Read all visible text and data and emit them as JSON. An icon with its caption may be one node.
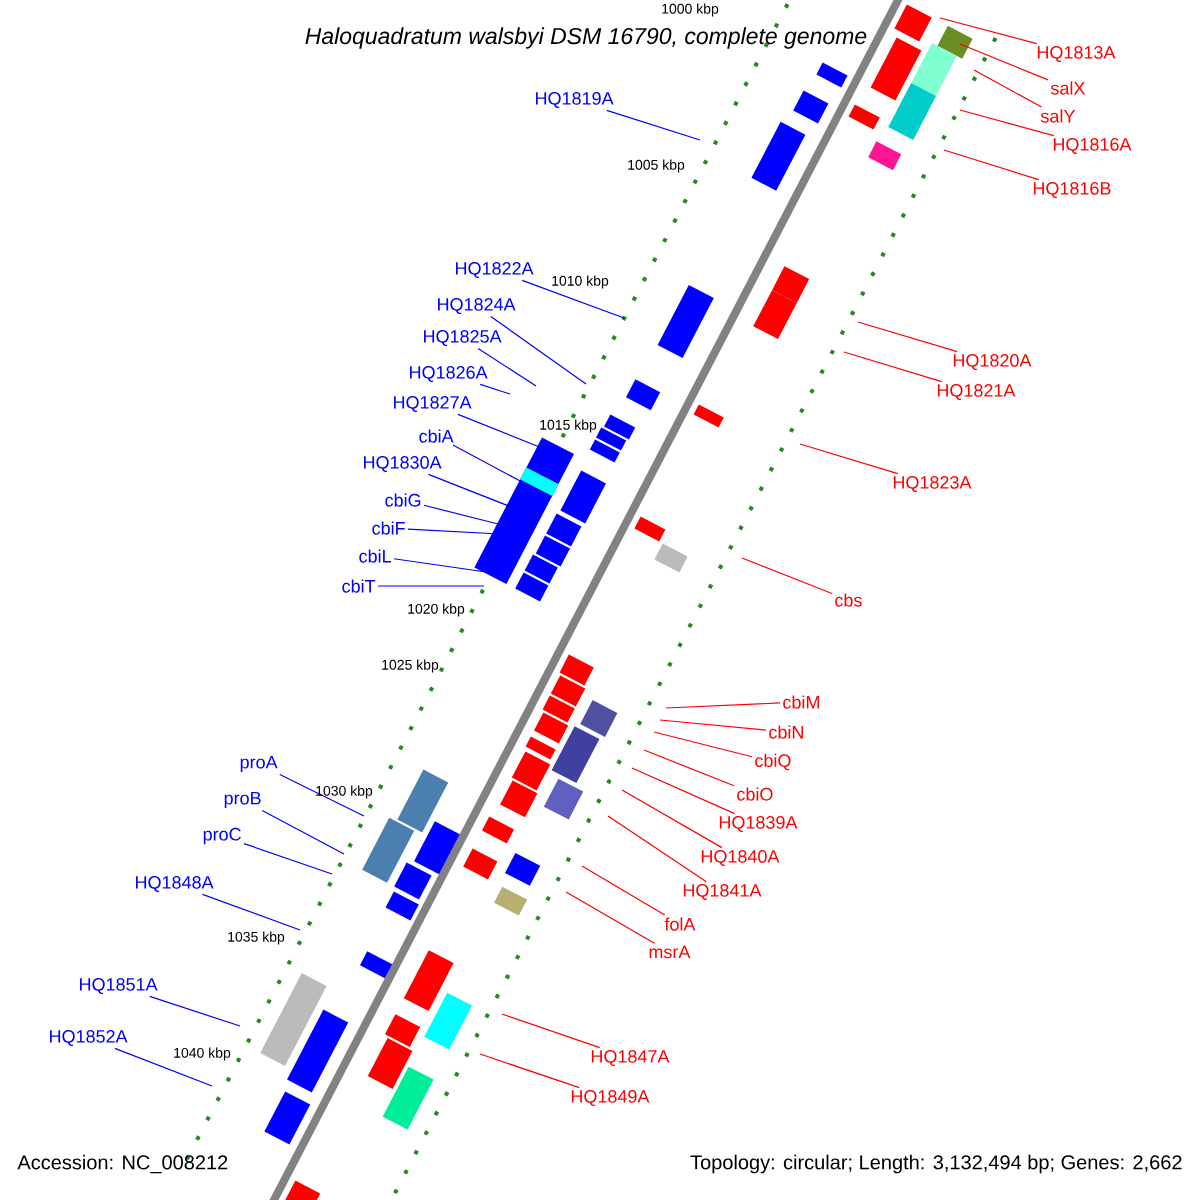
{
  "diagram": {
    "title": "Haloquadratum walsbyi DSM 16790, complete genome",
    "nodes": [
      {
        "text": [
          "HQ1813A"
        ]
      },
      {
        "text": [
          "salX"
        ]
      },
      {
        "text": [
          "HQ1819A"
        ]
      },
      {
        "text": [
          "salY"
        ]
      },
      {
        "text": [
          "HQ1816A"
        ]
      },
      {
        "text": [
          "HQ1816B"
        ]
      },
      {
        "text": [
          "HQ1822A"
        ]
      },
      {
        "text": [
          "HQ1824A"
        ]
      },
      {
        "text": [
          "HQ1825A"
        ]
      },
      {
        "text": [
          "HQ1820A"
        ]
      },
      {
        "text": [
          "HQ1826A"
        ]
      },
      {
        "text": [
          "HQ1821A"
        ]
      },
      {
        "text": [
          "HQ1827A"
        ]
      },
      {
        "text": [
          "cbiA"
        ]
      },
      {
        "text": [
          "HQ1830A"
        ]
      },
      {
        "text": [
          "HQ1823A"
        ]
      },
      {
        "text": [
          "cbiG"
        ]
      },
      {
        "text": [
          "cbiF"
        ]
      },
      {
        "text": [
          "cbiL"
        ]
      },
      {
        "text": [
          "cbiT"
        ]
      },
      {
        "text": [
          "cbs"
        ]
      },
      {
        "text": [
          "cbiM"
        ]
      },
      {
        "text": [
          "cbiN"
        ]
      },
      {
        "text": [
          "cbiQ"
        ]
      },
      {
        "text": [
          "proA"
        ]
      },
      {
        "text": [
          "cbiO"
        ]
      },
      {
        "text": [
          "proB"
        ]
      },
      {
        "text": [
          "HQ1839A"
        ]
      },
      {
        "text": [
          "proC"
        ]
      },
      {
        "text": [
          "HQ1840A"
        ]
      },
      {
        "text": [
          "HQ1848A"
        ]
      },
      {
        "text": [
          "HQ1841A"
        ]
      },
      {
        "text": [
          "folA"
        ]
      },
      {
        "text": [
          "msrA"
        ]
      },
      {
        "text": [
          "HQ1851A"
        ]
      },
      {
        "text": [
          "HQ1852A"
        ]
      },
      {
        "text": [
          "HQ1847A"
        ]
      },
      {
        "text": [
          "HQ1849A"
        ]
      }
    ],
    "edges": [
      {
        "from": 0,
        "to": null,
        "arrow": "none"
      },
      {
        "from": 1,
        "to": null,
        "arrow": "none"
      },
      {
        "from": 2,
        "to": null,
        "arrow": "none",
        "color": "#0000ff"
      },
      {
        "from": 3,
        "to": null,
        "arrow": "none"
      },
      {
        "from": 4,
        "to": null,
        "arrow": "none"
      },
      {
        "from": 5,
        "to": null,
        "arrow": "none"
      },
      {
        "from": 6,
        "to": null,
        "arrow": "none",
        "color": "#0000ff"
      },
      {
        "from": 7,
        "to": null,
        "arrow": "none",
        "color": "#0000ff"
      },
      {
        "from": 8,
        "to": null,
        "arrow": "none",
        "color": "#0000ff"
      },
      {
        "from": 9,
        "to": null,
        "arrow": "none"
      },
      {
        "from": 10,
        "to": null,
        "arrow": "none",
        "color": "#0000ff"
      },
      {
        "from": 11,
        "to": null,
        "arrow": "none"
      },
      {
        "from": 12,
        "to": null,
        "arrow": "none",
        "color": "#0000ff"
      },
      {
        "from": 13,
        "to": null,
        "arrow": "none",
        "color": "#0000ff"
      },
      {
        "from": 14,
        "to": null,
        "arrow": "none",
        "color": "#0000ff"
      },
      {
        "from": 15,
        "to": null,
        "arrow": "none"
      },
      {
        "from": 16,
        "to": null,
        "arrow": "none",
        "color": "#0000ff"
      },
      {
        "from": 17,
        "to": null,
        "arrow": "none",
        "color": "#0000ff"
      },
      {
        "from": 18,
        "to": null,
        "arrow": "none",
        "color": "#0000ff"
      },
      {
        "from": 19,
        "to": null,
        "arrow": "none",
        "color": "#0000ff"
      },
      {
        "from": 20,
        "to": null,
        "arrow": "none"
      },
      {
        "from": 21,
        "to": null,
        "arrow": "none"
      },
      {
        "from": 22,
        "to": null,
        "arrow": "none"
      },
      {
        "from": 23,
        "to": null,
        "arrow": "none"
      },
      {
        "from": 24,
        "to": null,
        "arrow": "none",
        "color": "#0000ff"
      },
      {
        "from": 25,
        "to": null,
        "arrow": "none"
      },
      {
        "from": 26,
        "to": null,
        "arrow": "none",
        "color": "#0000ff"
      },
      {
        "from": 27,
        "to": null,
        "arrow": "none"
      },
      {
        "from": 28,
        "to": null,
        "arrow": "none",
        "color": "#0000ff"
      },
      {
        "from": 29,
        "to": null,
        "arrow": "none"
      },
      {
        "from": 30,
        "to": null,
        "arrow": "none",
        "color": "#0000ff"
      },
      {
        "from": 31,
        "to": null,
        "arrow": "none"
      },
      {
        "from": 32,
        "to": null,
        "arrow": "none"
      },
      {
        "from": 33,
        "to": null,
        "arrow": "none"
      },
      {
        "from": 34,
        "to": null,
        "arrow": "none",
        "color": "#0000ff"
      },
      {
        "from": 35,
        "to": null,
        "arrow": "none",
        "color": "#0000ff"
      },
      {
        "from": 36,
        "to": null,
        "arrow": "none"
      },
      {
        "from": 37,
        "to": null,
        "arrow": "none"
      }
    ],
    "labels": [
      "1000 kbp",
      "1005 kbp",
      "1010 kbp",
      "1015 kbp",
      "1020 kbp",
      "1025 kbp",
      "1030 kbp",
      "1035 kbp",
      "1040 kbp",
      "Accession: NC_008212",
      "Topology: circular; Length: 3,132,494 bp; Genes: 2,662"
    ]
  }
}
